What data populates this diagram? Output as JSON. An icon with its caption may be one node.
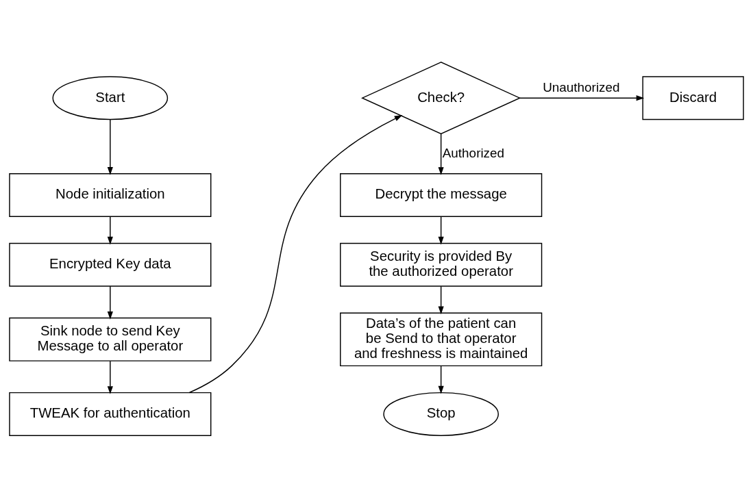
{
  "diagram": {
    "nodes": [
      {
        "text": [
          "Start"
        ]
      },
      {
        "text": [
          "Node initialization"
        ]
      },
      {
        "text": [
          "Encrypted Key data"
        ]
      },
      {
        "text": [
          "Sink node to send Key Message to all operator"
        ]
      },
      {
        "text": [
          "TWEAK for authentication"
        ]
      },
      {
        "text": [
          "Check?"
        ]
      },
      {
        "text": [
          "Discard"
        ]
      },
      {
        "text": [
          "Decrypt the message"
        ]
      },
      {
        "text": [
          "Security is provided By the authorized operator"
        ]
      },
      {
        "text": [
          "Data’s of the patient can be Send to that operator and freshness is maintained"
        ]
      },
      {
        "text": [
          "Stop"
        ]
      }
    ],
    "edges": [
      {
        "from": 0,
        "to": 1,
        "arrow": "to"
      },
      {
        "from": 1,
        "to": 2,
        "arrow": "to"
      },
      {
        "from": 2,
        "to": 3,
        "arrow": "to"
      },
      {
        "from": 3,
        "to": 4,
        "arrow": "to"
      },
      {
        "from": 4,
        "to": 5,
        "arrow": "to"
      },
      {
        "from": 5,
        "to": 6,
        "arrow": "to",
        "label": "Unauthorized"
      },
      {
        "from": 5,
        "to": 7,
        "arrow": "to",
        "label": "Authorized"
      },
      {
        "from": 7,
        "to": 8,
        "arrow": "to"
      },
      {
        "from": 8,
        "to": 9,
        "arrow": "to"
      },
      {
        "from": 9,
        "to": 10,
        "arrow": "to"
      }
    ]
  }
}
